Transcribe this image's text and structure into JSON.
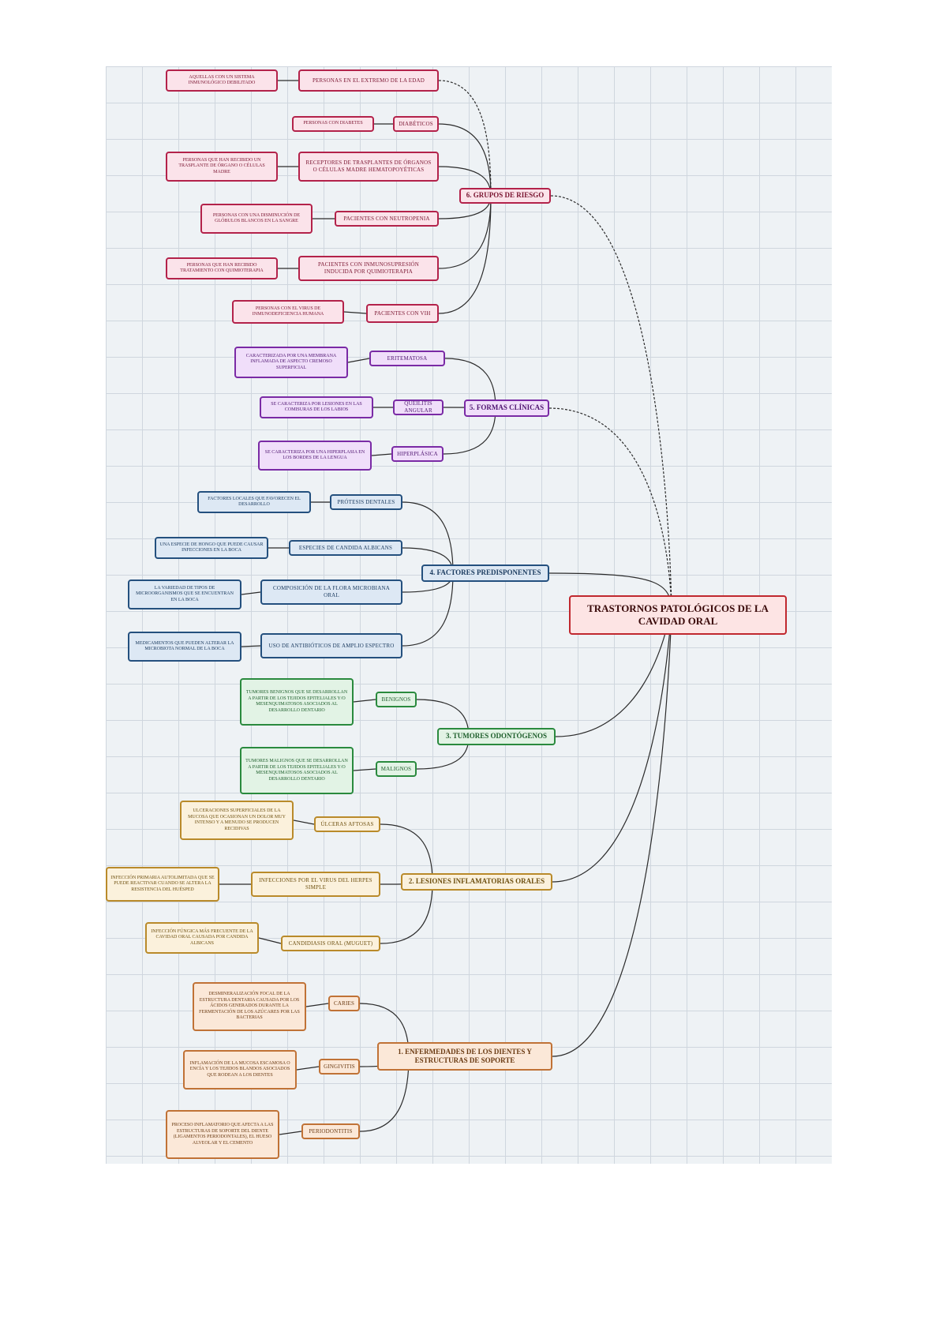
{
  "root": {
    "label": "TRASTORNOS PATOLÓGICOS DE LA CAVIDAD ORAL"
  },
  "branches": [
    {
      "label": "6. GRUPOS DE RIESGO",
      "items": [
        {
          "label": "PERSONAS EN EL EXTREMO DE LA EDAD",
          "desc": "AQUELLAS CON UN SISTEMA INMUNOLÓGICO DEBILITADO"
        },
        {
          "label": "DIABÉTICOS",
          "desc": "PERSONAS CON DIABETES"
        },
        {
          "label": "RECEPTORES DE TRASPLANTES DE ÓRGANOS O CÉLULAS MADRE HEMATOPOYÉTICAS",
          "desc": "PERSONAS QUE HAN RECIBIDO UN TRASPLANTE DE ÓRGANO O CÉLULAS MADRE"
        },
        {
          "label": "PACIENTES CON NEUTROPENIA",
          "desc": "PERSONAS CON UNA DISMINUCIÓN DE GLÓBULOS BLANCOS EN LA SANGRE"
        },
        {
          "label": "PACIENTES CON INMUNOSUPRESIÓN INDUCIDA POR QUIMIOTERAPIA",
          "desc": "PERSONAS QUE HAN RECIBIDO TRATAMIENTO CON QUIMIOTERAPIA"
        },
        {
          "label": "PACIENTES CON VIH",
          "desc": "PERSONAS CON EL VIRUS DE INMUNODEFICIENCIA HUMANA"
        }
      ]
    },
    {
      "label": "5. FORMAS CLÍNICAS",
      "items": [
        {
          "label": "ERITEMATOSA",
          "desc": "CARACTERIZADA POR UNA MEMBRANA INFLAMADA DE ASPECTO CREMOSO SUPERFICIAL"
        },
        {
          "label": "QUEILITIS ANGULAR",
          "desc": "SE CARACTERIZA POR LESIONES EN LAS COMISURAS DE LOS LABIOS"
        },
        {
          "label": "HIPERPLÁSICA",
          "desc": "SE CARACTERIZA POR UNA HIPERPLASIA EN LOS BORDES DE LA LENGUA"
        }
      ]
    },
    {
      "label": "4. FACTORES PREDISPONENTES",
      "items": [
        {
          "label": "PRÓTESIS DENTALES",
          "desc": "FACTORES LOCALES QUE FAVORECEN EL DESARROLLO"
        },
        {
          "label": "ESPECIES DE CANDIDA ALBICANS",
          "desc": "UNA ESPECIE DE HONGO QUE PUEDE CAUSAR INFECCIONES EN LA BOCA"
        },
        {
          "label": "COMPOSICIÓN DE LA FLORA MICROBIANA ORAL",
          "desc": "LA VARIEDAD DE TIPOS DE MICROORGANISMOS QUE SE ENCUENTRAN EN LA BOCA"
        },
        {
          "label": "USO DE ANTIBIÓTICOS DE AMPLIO ESPECTRO",
          "desc": "MEDICAMENTOS QUE PUEDEN ALTERAR LA MICROBIOTA NORMAL DE LA BOCA"
        }
      ]
    },
    {
      "label": "3. TUMORES ODONTÓGENOS",
      "items": [
        {
          "label": "BENIGNOS",
          "desc": "TUMORES BENIGNOS QUE SE DESARROLLAN A PARTIR DE LOS TEJIDOS EPITELIALES Y/O MESENQUIMATOSOS ASOCIADOS AL DESARROLLO DENTARIO"
        },
        {
          "label": "MALIGNOS",
          "desc": "TUMORES MALIGNOS QUE SE DESARROLLAN A PARTIR DE LOS TEJIDOS EPITELIALES Y/O MESENQUIMATOSOS ASOCIADOS AL DESARROLLO DENTARIO"
        }
      ]
    },
    {
      "label": "2. LESIONES INFLAMATORIAS ORALES",
      "items": [
        {
          "label": "ÚLCERAS AFTOSAS",
          "desc": "ULCERACIONES SUPERFICIALES DE LA MUCOSA QUE OCASIONAN UN DOLOR MUY INTENSO Y A MENUDO SE PRODUCEN RECIDIVAS"
        },
        {
          "label": "INFECCIONES POR EL VIRUS DEL HERPES SIMPLE",
          "desc": "INFECCIÓN PRIMARIA AUTOLIMITADA QUE SE PUEDE REACTIVAR CUANDO SE ALTERA LA RESISTENCIA DEL HUÉSPED"
        },
        {
          "label": "CANDIDIASIS ORAL (MUGUET)",
          "desc": "INFECCIÓN FÚNGICA MÁS FRECUENTE DE LA CAVIDAD ORAL CAUSADA POR CANDIDA ALBICANS"
        }
      ]
    },
    {
      "label": "1. ENFERMEDADES DE LOS DIENTES Y ESTRUCTURAS DE SOPORTE",
      "items": [
        {
          "label": "CARIES",
          "desc": "DESMINERALIZACIÓN FOCAL DE LA ESTRUCTURA DENTARIA CAUSADA POR LOS ÁCIDOS GENERADOS DURANTE LA FERMENTACIÓN DE LOS AZÚCARES POR LAS BACTERIAS"
        },
        {
          "label": "GINGIVITIS",
          "desc": "INFLAMACIÓN DE LA MUCOSA ESCAMOSA O ENCÍA Y LOS TEJIDOS BLANDOS ASOCIADOS QUE RODEAN A LOS DIENTES"
        },
        {
          "label": "PERIODONTITIS",
          "desc": "PROCESO INFLAMATORIO QUE AFECTA A LAS ESTRUCTURAS DE SOPORTE DEL DIENTE (LIGAMENTOS PERIODONTALES), EL HUESO ALVEOLAR Y EL CEMENTO"
        }
      ]
    }
  ]
}
